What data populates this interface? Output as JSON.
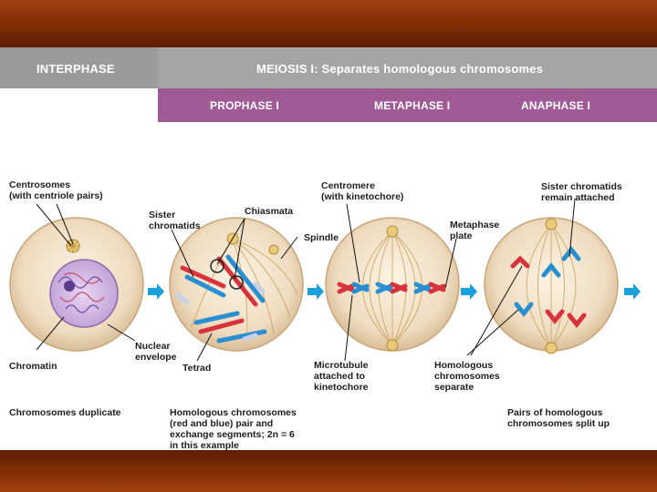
{
  "header": {
    "interphase": "INTERPHASE",
    "meiosis_title": "MEIOSIS I: Separates homologous chromosomes",
    "stages": [
      "PROPHASE I",
      "METAPHASE I",
      "ANAPHASE I"
    ]
  },
  "labels": {
    "centrosomes": [
      "Centrosomes",
      "(with centriole pairs)"
    ],
    "chromatin": "Chromatin",
    "nuclear_envelope": [
      "Nuclear",
      "envelope"
    ],
    "sister_chromatids": [
      "Sister",
      "chromatids"
    ],
    "chiasmata": "Chiasmata",
    "spindle": "Spindle",
    "tetrad": "Tetrad",
    "centromere": [
      "Centromere",
      "(with kinetochore)"
    ],
    "metaphase_plate": [
      "Metaphase",
      "plate"
    ],
    "microtubule": [
      "Microtubule",
      "attached to",
      "kinetochore"
    ],
    "sister_remain": [
      "Sister chromatids",
      "remain attached"
    ],
    "homologous_separate": [
      "Homologous",
      "chromosomes",
      "separate"
    ]
  },
  "captions": {
    "interphase": "Chromosomes duplicate",
    "prophase": [
      "Homologous chromosomes",
      "(red and blue) pair and",
      "exchange segments; 2n = 6",
      "in this example"
    ],
    "anaphase": [
      "Pairs of homologous",
      "chromosomes split up"
    ]
  },
  "colors": {
    "red_chromosome": "#d8323c",
    "blue_chromosome": "#2a8fd0",
    "header_purple": "#a05a96",
    "header_grey": "#a4a4a4",
    "arrow": "#1aa0dc",
    "band": "#7a2a05"
  }
}
